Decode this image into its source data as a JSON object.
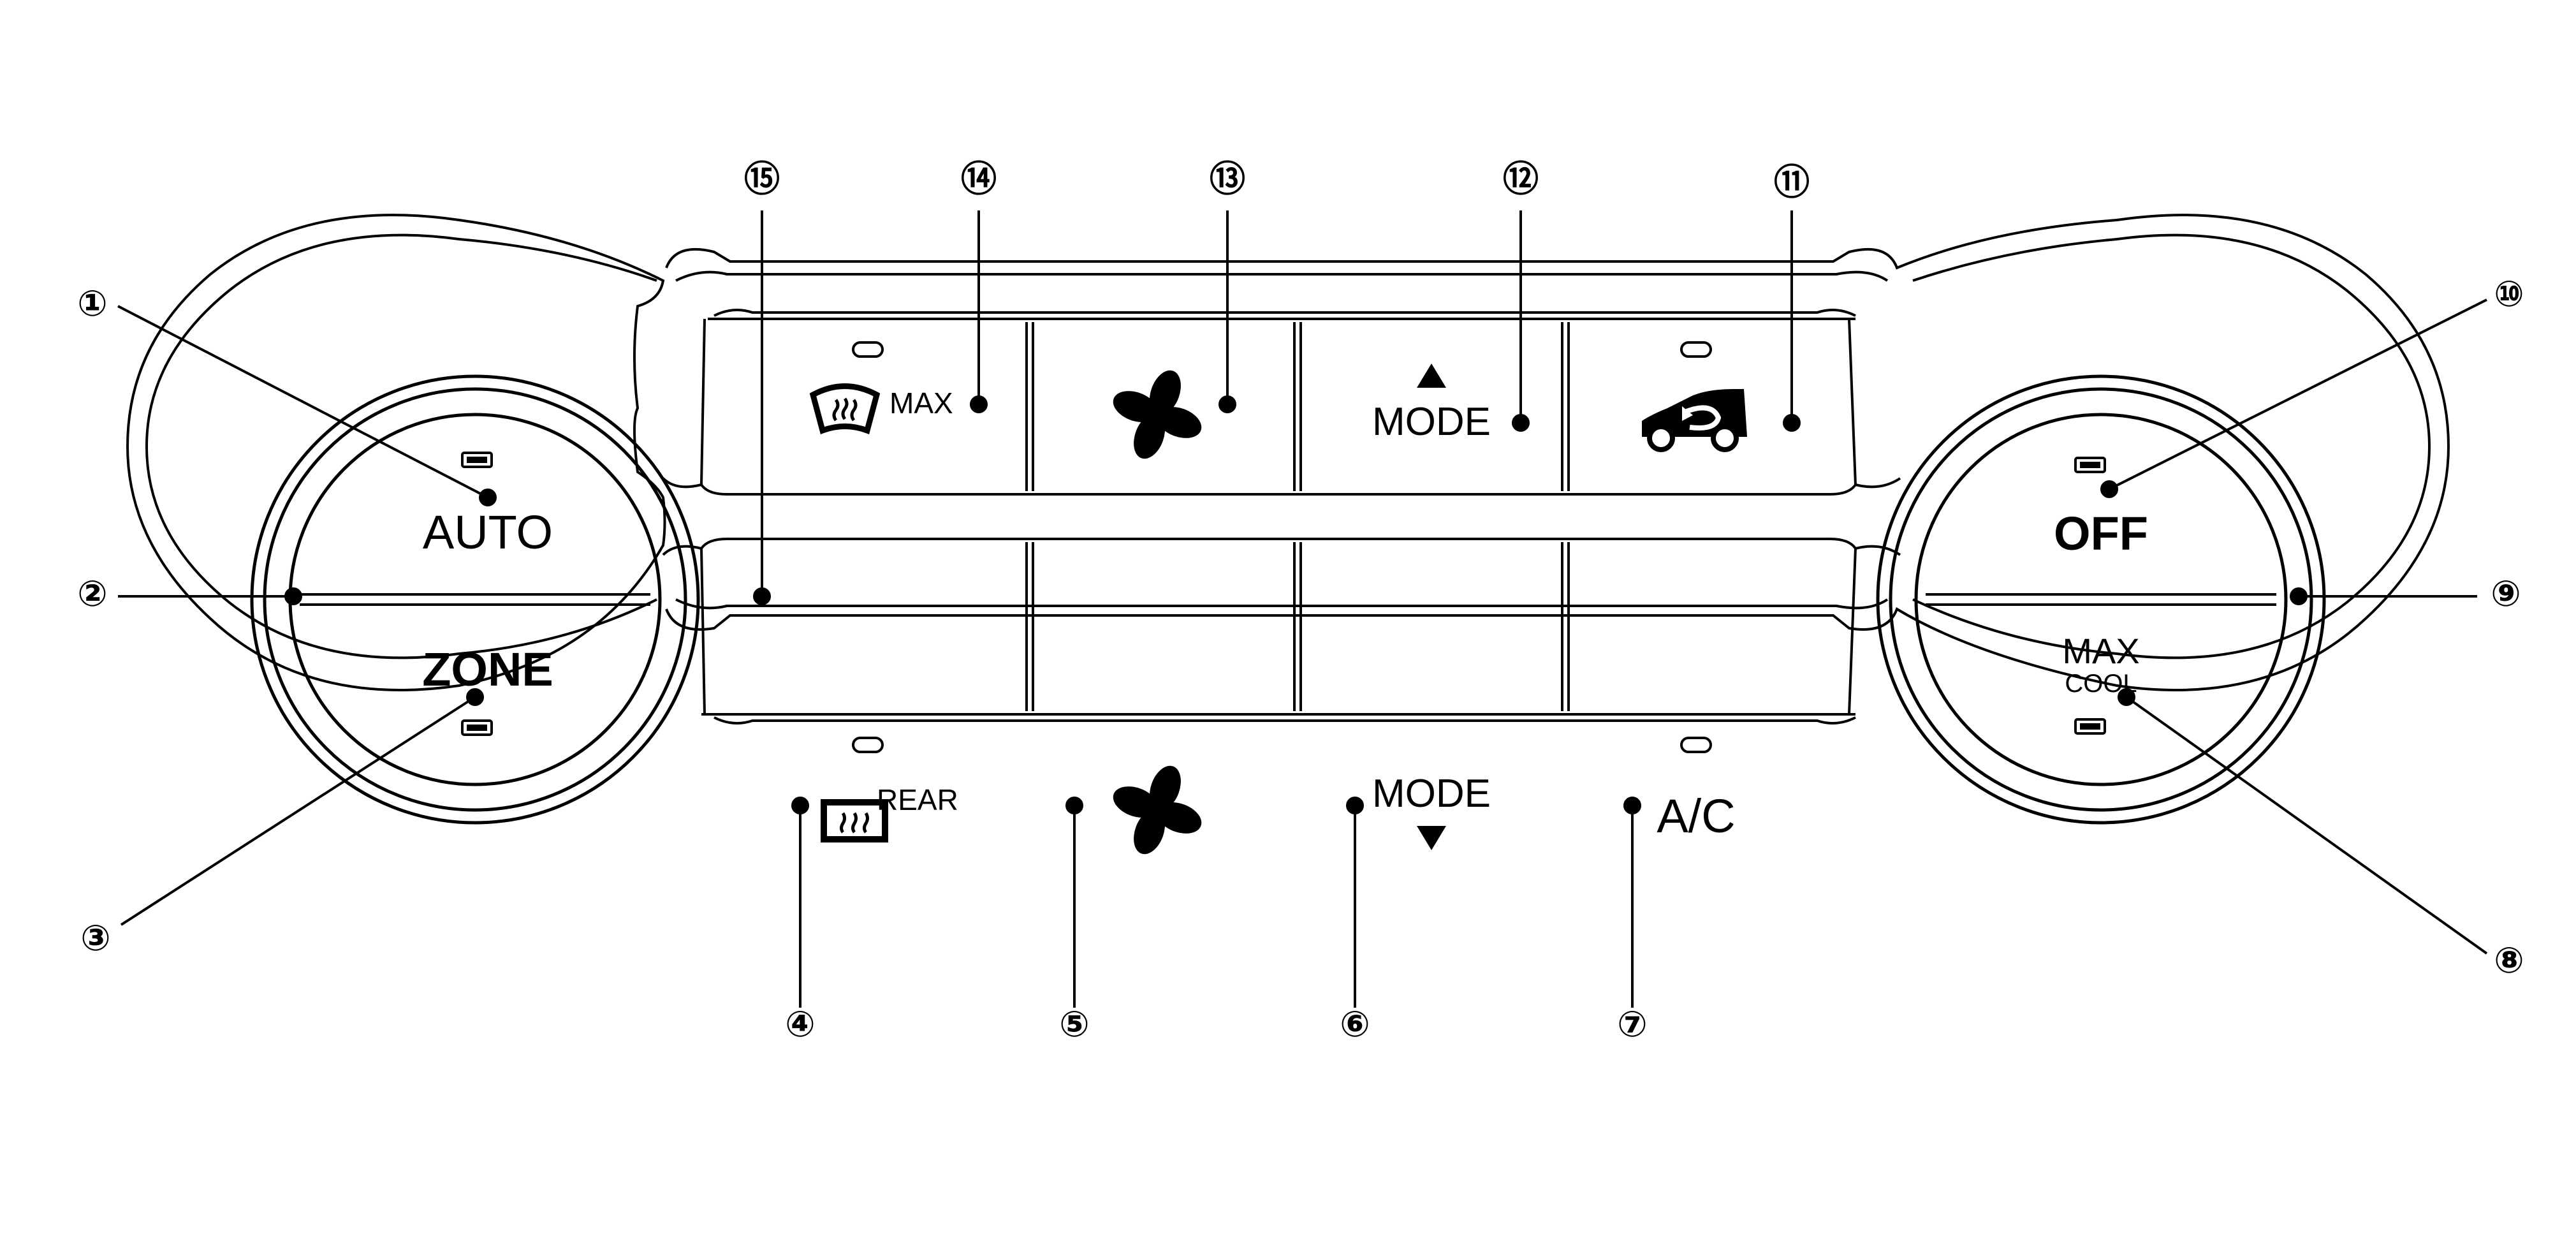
{
  "callouts": [
    "①",
    "②",
    "③",
    "④",
    "⑤",
    "⑥",
    "⑦",
    "⑧",
    "⑨",
    "⑩",
    "⑪",
    "⑫",
    "⑬",
    "⑭",
    "⑮"
  ],
  "buttons": {
    "auto": "AUTO",
    "zone": "ZONE",
    "off": "OFF",
    "max_cool_top": "MAX",
    "max_cool_bottom": "COOL",
    "front_defrost_suffix": "MAX",
    "rear_defrost_suffix": "REAR",
    "mode": "MODE",
    "ac": "A/C"
  },
  "icons": {
    "front_defroster": "front-defroster-icon",
    "rear_defroster": "rear-defroster-icon",
    "fan": "fan-icon",
    "mode_up": "triangle-up-icon",
    "mode_down": "triangle-down-icon",
    "recirculation": "air-recirculation-icon",
    "indicator": "indicator-light-icon"
  }
}
